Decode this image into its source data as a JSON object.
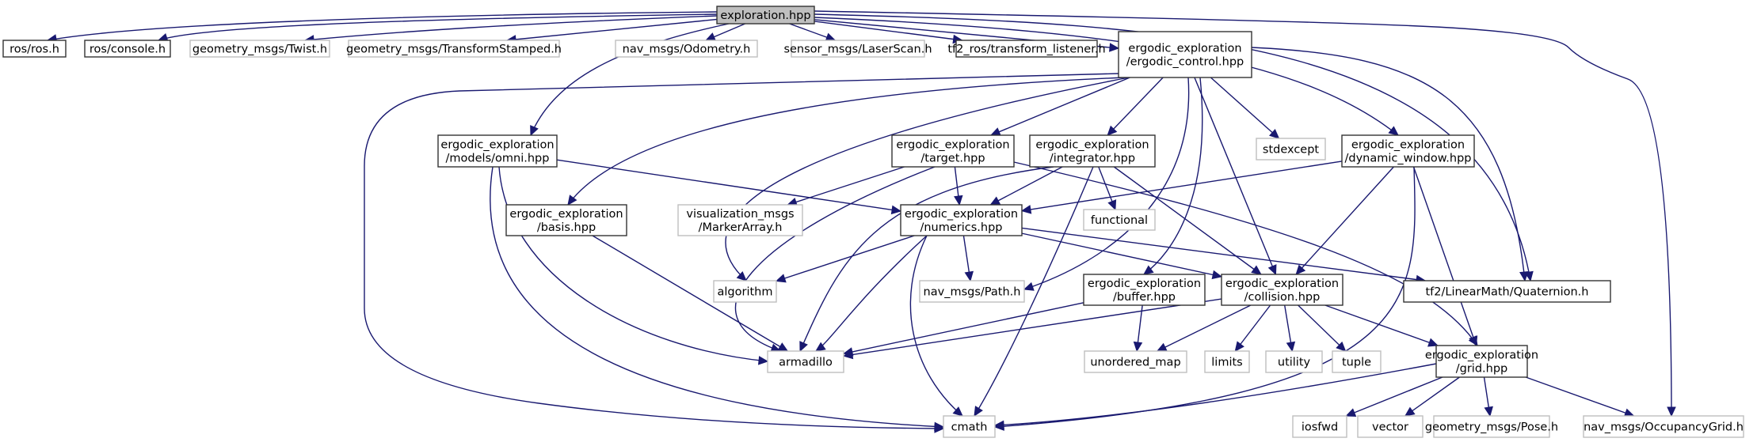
{
  "title": "exploration.hpp",
  "colors": {
    "edge": "#191970",
    "root_fill": "#bfbfbf",
    "doc_border": "#333333",
    "ext_border": "#bfbfbf"
  },
  "nodes": [
    {
      "id": "root",
      "lines": [
        "exploration.hpp"
      ],
      "kind": "root"
    },
    {
      "id": "ros",
      "lines": [
        "ros/ros.h"
      ],
      "kind": "doc"
    },
    {
      "id": "console",
      "lines": [
        "ros/console.h"
      ],
      "kind": "doc"
    },
    {
      "id": "twist",
      "lines": [
        "geometry_msgs/Twist.h"
      ],
      "kind": "ext"
    },
    {
      "id": "tfstamped",
      "lines": [
        "geometry_msgs/TransformStamped.h"
      ],
      "kind": "ext"
    },
    {
      "id": "odom",
      "lines": [
        "nav_msgs/Odometry.h"
      ],
      "kind": "ext"
    },
    {
      "id": "laser",
      "lines": [
        "sensor_msgs/LaserScan.h"
      ],
      "kind": "ext"
    },
    {
      "id": "tflistener",
      "lines": [
        "tf2_ros/transform_listener.h"
      ],
      "kind": "doc"
    },
    {
      "id": "ergctrl",
      "lines": [
        "ergodic_exploration",
        "/ergodic_control.hpp"
      ],
      "kind": "doc"
    },
    {
      "id": "omni",
      "lines": [
        "ergodic_exploration",
        "/models/omni.hpp"
      ],
      "kind": "doc"
    },
    {
      "id": "target",
      "lines": [
        "ergodic_exploration",
        "/target.hpp"
      ],
      "kind": "doc"
    },
    {
      "id": "integrator",
      "lines": [
        "ergodic_exploration",
        "/integrator.hpp"
      ],
      "kind": "doc"
    },
    {
      "id": "stdexcept",
      "lines": [
        "stdexcept"
      ],
      "kind": "ext"
    },
    {
      "id": "dynwin",
      "lines": [
        "ergodic_exploration",
        "/dynamic_window.hpp"
      ],
      "kind": "doc"
    },
    {
      "id": "basis",
      "lines": [
        "ergodic_exploration",
        "/basis.hpp"
      ],
      "kind": "doc"
    },
    {
      "id": "marker",
      "lines": [
        "visualization_msgs",
        "/MarkerArray.h"
      ],
      "kind": "ext"
    },
    {
      "id": "numerics",
      "lines": [
        "ergodic_exploration",
        "/numerics.hpp"
      ],
      "kind": "doc"
    },
    {
      "id": "functional",
      "lines": [
        "functional"
      ],
      "kind": "ext"
    },
    {
      "id": "algorithm",
      "lines": [
        "algorithm"
      ],
      "kind": "ext"
    },
    {
      "id": "path",
      "lines": [
        "nav_msgs/Path.h"
      ],
      "kind": "ext"
    },
    {
      "id": "buffer",
      "lines": [
        "ergodic_exploration",
        "/buffer.hpp"
      ],
      "kind": "doc"
    },
    {
      "id": "collision",
      "lines": [
        "ergodic_exploration",
        "/collision.hpp"
      ],
      "kind": "doc"
    },
    {
      "id": "quat",
      "lines": [
        "tf2/LinearMath/Quaternion.h"
      ],
      "kind": "doc"
    },
    {
      "id": "armadillo",
      "lines": [
        "armadillo"
      ],
      "kind": "ext"
    },
    {
      "id": "umap",
      "lines": [
        "unordered_map"
      ],
      "kind": "ext"
    },
    {
      "id": "limits",
      "lines": [
        "limits"
      ],
      "kind": "ext"
    },
    {
      "id": "utility",
      "lines": [
        "utility"
      ],
      "kind": "ext"
    },
    {
      "id": "tuple",
      "lines": [
        "tuple"
      ],
      "kind": "ext"
    },
    {
      "id": "grid",
      "lines": [
        "ergodic_exploration",
        "/grid.hpp"
      ],
      "kind": "doc"
    },
    {
      "id": "cmath",
      "lines": [
        "cmath"
      ],
      "kind": "ext"
    },
    {
      "id": "iosfwd",
      "lines": [
        "iosfwd"
      ],
      "kind": "ext"
    },
    {
      "id": "vector",
      "lines": [
        "vector"
      ],
      "kind": "ext"
    },
    {
      "id": "pose",
      "lines": [
        "geometry_msgs/Pose.h"
      ],
      "kind": "ext"
    },
    {
      "id": "occgrid",
      "lines": [
        "nav_msgs/OccupancyGrid.h"
      ],
      "kind": "ext"
    }
  ],
  "edges": [
    [
      "root",
      "ros"
    ],
    [
      "root",
      "console"
    ],
    [
      "root",
      "twist"
    ],
    [
      "root",
      "tfstamped"
    ],
    [
      "root",
      "odom"
    ],
    [
      "root",
      "laser"
    ],
    [
      "root",
      "tflistener"
    ],
    [
      "root",
      "ergctrl"
    ],
    [
      "root",
      "omni"
    ],
    [
      "root",
      "dynwin"
    ],
    [
      "root",
      "quat"
    ],
    [
      "root",
      "occgrid"
    ],
    [
      "ergctrl",
      "target"
    ],
    [
      "ergctrl",
      "integrator"
    ],
    [
      "ergctrl",
      "stdexcept"
    ],
    [
      "ergctrl",
      "basis"
    ],
    [
      "ergctrl",
      "algorithm"
    ],
    [
      "ergctrl",
      "path"
    ],
    [
      "ergctrl",
      "buffer"
    ],
    [
      "ergctrl",
      "collision"
    ],
    [
      "ergctrl",
      "quat"
    ],
    [
      "ergctrl",
      "cmath"
    ],
    [
      "omni",
      "numerics"
    ],
    [
      "omni",
      "armadillo"
    ],
    [
      "omni",
      "cmath"
    ],
    [
      "target",
      "marker"
    ],
    [
      "target",
      "numerics"
    ],
    [
      "target",
      "armadillo"
    ],
    [
      "target",
      "grid"
    ],
    [
      "integrator",
      "numerics"
    ],
    [
      "integrator",
      "functional"
    ],
    [
      "integrator",
      "armadillo"
    ],
    [
      "integrator",
      "collision"
    ],
    [
      "integrator",
      "cmath"
    ],
    [
      "dynwin",
      "numerics"
    ],
    [
      "dynwin",
      "collision"
    ],
    [
      "dynwin",
      "grid"
    ],
    [
      "dynwin",
      "cmath"
    ],
    [
      "basis",
      "armadillo"
    ],
    [
      "numerics",
      "algorithm"
    ],
    [
      "numerics",
      "path"
    ],
    [
      "numerics",
      "collision"
    ],
    [
      "numerics",
      "quat"
    ],
    [
      "numerics",
      "armadillo"
    ],
    [
      "numerics",
      "cmath"
    ],
    [
      "buffer",
      "armadillo"
    ],
    [
      "buffer",
      "umap"
    ],
    [
      "collision",
      "armadillo"
    ],
    [
      "collision",
      "umap"
    ],
    [
      "collision",
      "limits"
    ],
    [
      "collision",
      "utility"
    ],
    [
      "collision",
      "tuple"
    ],
    [
      "collision",
      "grid"
    ],
    [
      "grid",
      "cmath"
    ],
    [
      "grid",
      "iosfwd"
    ],
    [
      "grid",
      "vector"
    ],
    [
      "grid",
      "pose"
    ],
    [
      "grid",
      "occgrid"
    ]
  ]
}
